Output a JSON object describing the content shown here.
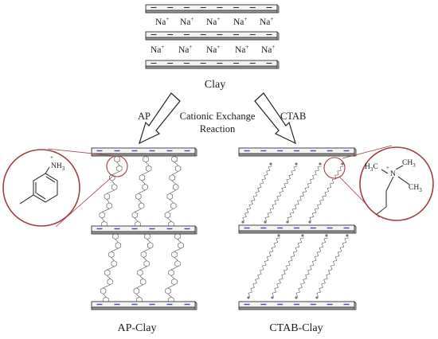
{
  "labels": {
    "na_base": "Na",
    "na_charge": "+",
    "clay_title": "Clay",
    "left_arrow_label": "AP",
    "right_arrow_label": "CTAB",
    "reaction_line1": "Cationic Exchange",
    "reaction_line2": "Reaction",
    "left_product": "AP-Clay",
    "right_product": "CTAB-Clay"
  },
  "ap_zoom": {
    "amine_group": "NH",
    "amine_subscript": "3",
    "charge": "+"
  },
  "ctab_zoom": {
    "methyl": "CH",
    "methyl_subscript": "3",
    "h3c_h": "H",
    "h3c_c": "C",
    "nitrogen": "N",
    "charge": "+"
  },
  "colors": {
    "layer_dash": "#3b4fb0",
    "zoom_outline": "#a04040",
    "layer_shadow": "#9a9a9a"
  }
}
